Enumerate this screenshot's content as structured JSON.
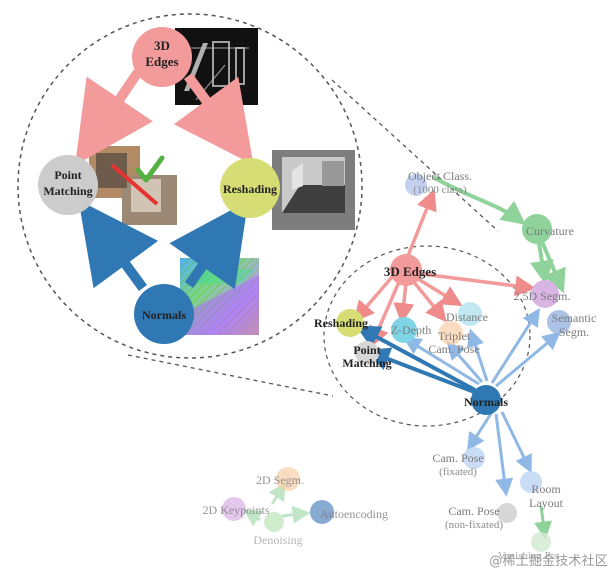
{
  "diagram": {
    "zoom_labels": {
      "edges": "3D\nEdges",
      "point_matching": "Point\nMatching",
      "reshading": "Reshading",
      "normals": "Normals"
    },
    "graph_labels": {
      "object_class": "Object Class.",
      "object_class_sub": "(1000 class)",
      "curvature": "Curvature",
      "edges_3d": "3D Edges",
      "segm_25d": "2.5D Segm.",
      "semantic_segm": "Semantic\nSegm.",
      "reshading": "Reshading",
      "z_depth": "Z-Depth",
      "distance": "Distance",
      "triplet_cam_pose": "Triplet\nCam. Pose",
      "point_matching": "Point\nMatching",
      "normals": "Normals",
      "cam_pose_fix": "Cam. Pose",
      "cam_pose_fix_sub": "(fixated)",
      "cam_pose_nonfix": "Cam. Pose",
      "cam_pose_nonfix_sub": "(non-fixated)",
      "room_layout": "Room\nLayout",
      "vanishing_pts": "Vanishing Pts",
      "segm_2d": "2D Segm.",
      "keypoints_2d": "2D Keypoints",
      "autoencoding": "Autoencoding",
      "denoising": "Denoising"
    },
    "watermark": "@稀土掘金技术社区",
    "colors": {
      "pink": "#f39a9a",
      "pink_arrow": "#ef8b8b",
      "blue": "#2f78b3",
      "blue_light": "#8fb8e5",
      "green": "#8fd39a",
      "olive": "#d7dd74",
      "grey": "#cfcfcf",
      "cyan": "#7fd5e5",
      "peach": "#f8cfa7",
      "lavender": "#d9b5e4",
      "purple": "#b49ad4"
    }
  }
}
